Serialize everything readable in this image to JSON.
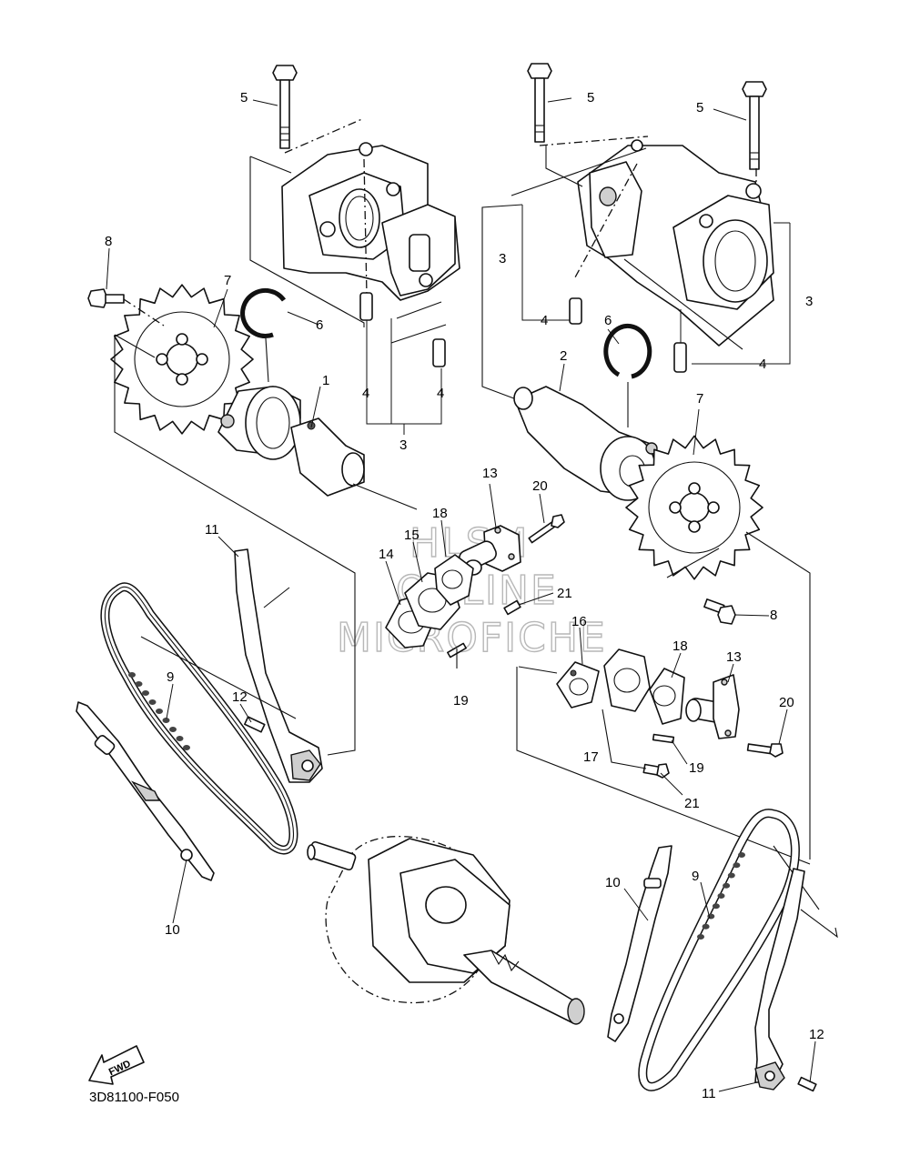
{
  "diagram_code": "3D81100-F050",
  "fwd_label": "FWD",
  "watermark": [
    "HLSM",
    "ONLINE",
    "MICROFICHE"
  ],
  "callouts": {
    "c1": "1",
    "c2": "2",
    "c3a": "3",
    "c3b": "3",
    "c3c": "3",
    "c4a": "4",
    "c4b": "4",
    "c4c": "4",
    "c4d": "4",
    "c5a": "5",
    "c5b": "5",
    "c5c": "5",
    "c6a": "6",
    "c6b": "6",
    "c7a": "7",
    "c7b": "7",
    "c8a": "8",
    "c8b": "8",
    "c9a": "9",
    "c9b": "9",
    "c10a": "10",
    "c10b": "10",
    "c11a": "11",
    "c11b": "11",
    "c12a": "12",
    "c12b": "12",
    "c13a": "13",
    "c13b": "13",
    "c14": "14",
    "c15": "15",
    "c16": "16",
    "c17": "17",
    "c18a": "18",
    "c18b": "18",
    "c19a": "19",
    "c19b": "19",
    "c20a": "20",
    "c20b": "20",
    "c21a": "21",
    "c21b": "21"
  }
}
